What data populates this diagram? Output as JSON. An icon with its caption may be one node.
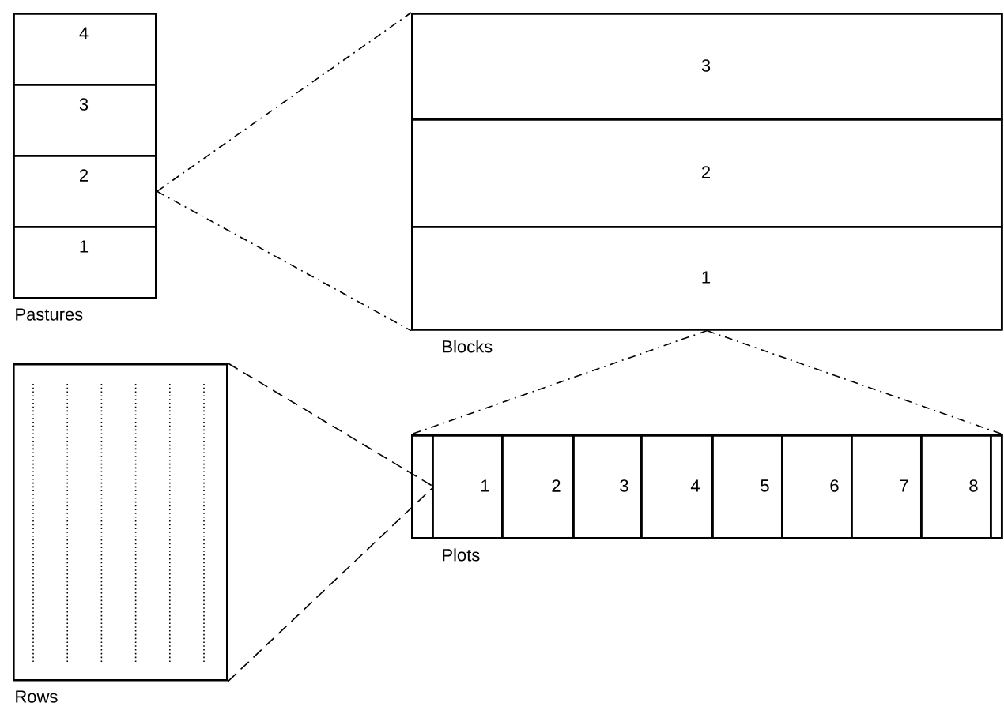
{
  "diagram": {
    "nodes": [
      {
        "text": [
          "Pastures"
        ]
      },
      {
        "text": [
          "4"
        ],
        "in": 0
      },
      {
        "text": [
          "3"
        ],
        "in": 0
      },
      {
        "text": [
          "2"
        ],
        "in": 0
      },
      {
        "text": [
          "1"
        ],
        "in": 0
      },
      {
        "text": [
          "Blocks"
        ]
      },
      {
        "text": [
          "3"
        ],
        "in": 5
      },
      {
        "text": [
          "2"
        ],
        "in": 5
      },
      {
        "text": [
          "1"
        ],
        "in": 5
      },
      {
        "text": [
          "Rows"
        ]
      },
      {
        "text": [
          "Plots"
        ]
      },
      {
        "text": [],
        "shape": "box",
        "in": 10
      },
      {
        "text": [
          "1"
        ],
        "in": 10
      },
      {
        "text": [
          "2"
        ],
        "in": 10
      },
      {
        "text": [
          "3"
        ],
        "in": 10
      },
      {
        "text": [
          "4"
        ],
        "in": 10
      },
      {
        "text": [
          "5"
        ],
        "in": 10
      },
      {
        "text": [
          "6"
        ],
        "in": 10
      },
      {
        "text": [
          "7"
        ],
        "in": 10
      },
      {
        "text": [
          "8"
        ],
        "in": 10
      },
      {
        "text": [],
        "shape": "box",
        "in": 10
      }
    ],
    "edges": [
      {
        "from": 3,
        "to": 5,
        "arrow": "none",
        "style": "dashed"
      },
      {
        "from": 3,
        "to": 5,
        "arrow": "none",
        "style": "dashed"
      },
      {
        "from": 8,
        "to": 10,
        "arrow": "none",
        "style": "dashed"
      },
      {
        "from": 8,
        "to": 10,
        "arrow": "none",
        "style": "dashed"
      },
      {
        "from": 9,
        "to": 11,
        "arrow": "none",
        "style": "dashed"
      },
      {
        "from": 9,
        "to": 11,
        "arrow": "none",
        "style": "dashed"
      }
    ]
  }
}
